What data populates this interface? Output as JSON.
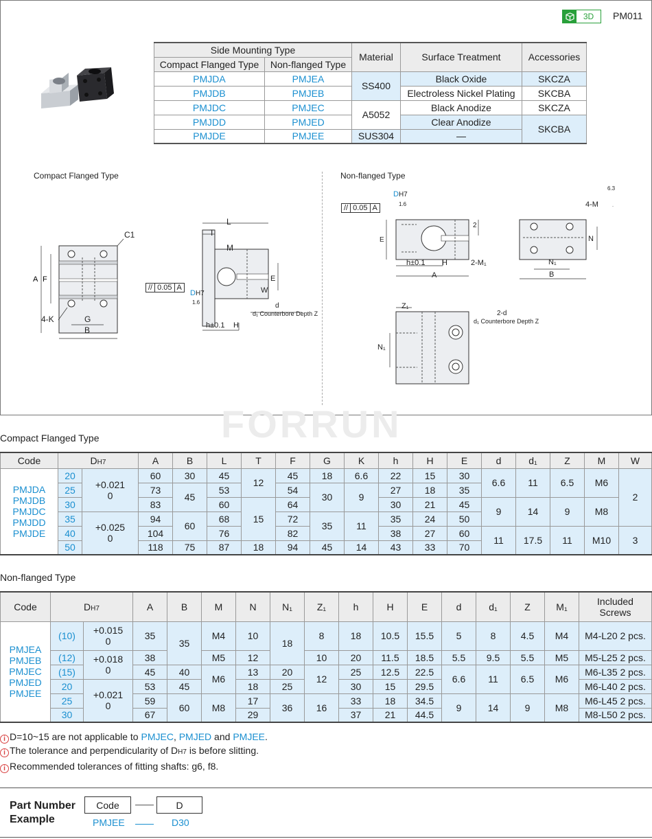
{
  "header": {
    "badge_3d": "3D",
    "code": "PM011"
  },
  "material_table": {
    "group_header": "Side Mounting Type",
    "col_compact": "Compact Flanged Type",
    "col_nonflanged": "Non-flanged Type",
    "col_material": "Material",
    "col_surface": "Surface Treatment",
    "col_accessories": "Accessories",
    "rows": [
      {
        "compact": "PMJDA",
        "nonflanged": "PMJEA"
      },
      {
        "compact": "PMJDB",
        "nonflanged": "PMJEB"
      },
      {
        "compact": "PMJDC",
        "nonflanged": "PMJEC"
      },
      {
        "compact": "PMJDD",
        "nonflanged": "PMJED"
      },
      {
        "compact": "PMJDE",
        "nonflanged": "PMJEE"
      }
    ],
    "materials": [
      "SS400",
      "A5052",
      "SUS304"
    ],
    "surfaces": [
      "Black Oxide",
      "Electroless Nickel Plating",
      "Black Anodize",
      "Clear Anodize",
      "—"
    ],
    "accessories": [
      "SKCZA",
      "SKCBA",
      "SKCZA",
      "SKCBA"
    ]
  },
  "drawings": {
    "compact_title": "Compact Flanged Type",
    "nonflanged_title": "Non-flanged Type",
    "labels": {
      "C1": "C1",
      "A": "A",
      "F": "F",
      "K4": "4-K",
      "G": "G",
      "B": "B",
      "L": "L",
      "T": "T",
      "M": "M",
      "E": "E",
      "W": "W",
      "h01": "h±0.1",
      "H": "H",
      "d": "d",
      "d1cz": "d₁ Counterbore Depth Z",
      "tol": "0.05",
      "datumA": "A",
      "DH7": "D",
      "H7": "H7",
      "r16": "1.6",
      "r63": "6.3",
      "M4": "4-M",
      "N": "N",
      "N1": "N₁",
      "M12": "2-M₁",
      "two": "2",
      "Z1": "Z₁",
      "d2": "2-d",
      "d1cz2": "d₁ Counterbore Depth Z"
    }
  },
  "watermark": "FORRUN",
  "compact_table": {
    "title": "Compact Flanged Type",
    "headers": [
      "Code",
      "D",
      "A",
      "B",
      "L",
      "T",
      "F",
      "G",
      "K",
      "h",
      "H",
      "E",
      "d",
      "d₁",
      "Z",
      "M",
      "W"
    ],
    "d_sub": "H7",
    "codes": [
      "PMJDA",
      "PMJDB",
      "PMJDC",
      "PMJDD",
      "PMJDE"
    ],
    "D": [
      "20",
      "25",
      "30",
      "35",
      "40",
      "50"
    ],
    "tol1": "+0.021",
    "tol1b": "0",
    "tol2": "+0.025",
    "tol2b": "0",
    "A": [
      "60",
      "73",
      "83",
      "94",
      "104",
      "118"
    ],
    "B": [
      "30",
      "45",
      "60",
      "75"
    ],
    "L": [
      "45",
      "53",
      "60",
      "68",
      "76",
      "87"
    ],
    "T": [
      "12",
      "15",
      "18"
    ],
    "F": [
      "45",
      "54",
      "64",
      "72",
      "82",
      "94"
    ],
    "G": [
      "18",
      "30",
      "35",
      "45"
    ],
    "K": [
      "6.6",
      "9",
      "11",
      "14"
    ],
    "h": [
      "22",
      "27",
      "30",
      "35",
      "38",
      "43"
    ],
    "H": [
      "15",
      "18",
      "21",
      "24",
      "27",
      "33"
    ],
    "E": [
      "30",
      "35",
      "45",
      "50",
      "60",
      "70"
    ],
    "d": [
      "6.6",
      "9",
      "11"
    ],
    "d1": [
      "11",
      "14",
      "17.5"
    ],
    "Z": [
      "6.5",
      "9",
      "11"
    ],
    "M": [
      "M6",
      "M8",
      "M10"
    ],
    "W": [
      "2",
      "3"
    ]
  },
  "nonflanged_table": {
    "title": "Non-flanged Type",
    "headers": [
      "Code",
      "D",
      "A",
      "B",
      "M",
      "N",
      "N₁",
      "Z₁",
      "h",
      "H",
      "E",
      "d",
      "d₁",
      "Z",
      "M₁",
      "Included Screws"
    ],
    "d_sub": "H7",
    "codes": [
      "PMJEA",
      "PMJEB",
      "PMJEC",
      "PMJED",
      "PMJEE"
    ],
    "D": [
      "(10)",
      "(12)",
      "(15)",
      "20",
      "25",
      "30"
    ],
    "tol1": "+0.015",
    "tol1b": "0",
    "tol2": "+0.018",
    "tol2b": "0",
    "tol3": "+0.021",
    "tol3b": "0",
    "A": [
      "35",
      "38",
      "45",
      "53",
      "59",
      "67"
    ],
    "B": [
      "35",
      "40",
      "45",
      "60"
    ],
    "M": [
      "M4",
      "M5",
      "M6",
      "M8"
    ],
    "N": [
      "10",
      "12",
      "13",
      "18",
      "17",
      "29"
    ],
    "N1": [
      "18",
      "20",
      "25",
      "36"
    ],
    "Z1": [
      "8",
      "10",
      "12",
      "16"
    ],
    "h": [
      "18",
      "20",
      "25",
      "30",
      "33",
      "37"
    ],
    "H": [
      "10.5",
      "11.5",
      "12.5",
      "15",
      "18",
      "21"
    ],
    "E": [
      "15.5",
      "18.5",
      "22.5",
      "29.5",
      "34.5",
      "44.5"
    ],
    "d": [
      "5",
      "5.5",
      "6.6",
      "9"
    ],
    "d1": [
      "8",
      "9.5",
      "11",
      "14"
    ],
    "Z": [
      "4.5",
      "5.5",
      "6.5",
      "9"
    ],
    "M1": [
      "M4",
      "M5",
      "M6",
      "M8"
    ],
    "screws": [
      "M4-L20",
      "M5-L25",
      "M6-L35",
      "M6-L40",
      "M6-L45",
      "M8-L50"
    ],
    "pcs": "2 pcs."
  },
  "notes": {
    "n1a": "D=10~15 are not applicable to ",
    "n1b": "PMJEC",
    "n1c": ", ",
    "n1d": "PMJED",
    "n1e": " and ",
    "n1f": "PMJEE",
    "n1g": ".",
    "n2a": "The tolerance and perpendicularity of D",
    "n2b": "H7",
    "n2c": " is before slitting.",
    "n3": "Recommended tolerances of fitting shafts: g6, f8.",
    "icon": "i"
  },
  "part_number": {
    "title_line1": "Part Number",
    "title_line2": "Example",
    "field1": "Code",
    "field2": "D",
    "dash": "—",
    "val1": "PMJEE",
    "val2": "D30"
  }
}
